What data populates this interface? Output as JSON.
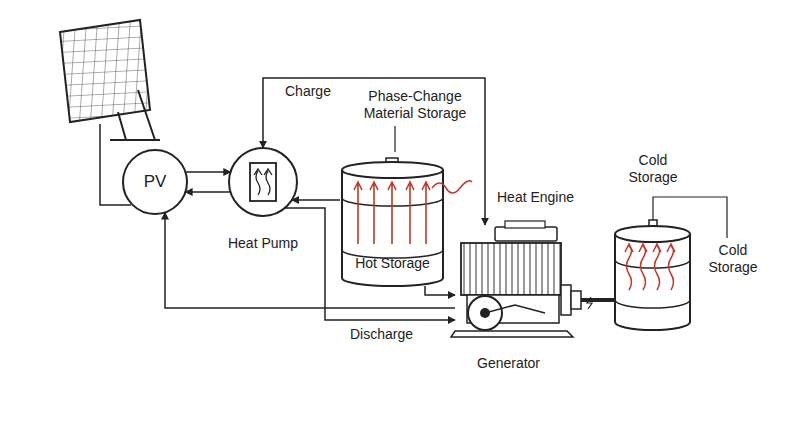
{
  "diagram": {
    "nodes": [
      {
        "text": [
          "PV"
        ]
      },
      {
        "text": [
          "Heat Pump"
        ]
      },
      {
        "text": [
          "Hot Storage"
        ]
      },
      {
        "text": [
          "Heat Engine",
          "Generator"
        ]
      },
      {
        "text": [
          "Cold Storage",
          "Cold Storage"
        ]
      }
    ],
    "edges": [
      {
        "from": 0,
        "to": 1,
        "arrow": "to"
      },
      {
        "from": 1,
        "to": 0,
        "arrow": "to"
      },
      {
        "from": 1,
        "to": 3,
        "arrow": "both",
        "label": "Charge"
      },
      {
        "from": 2,
        "to": 1,
        "arrow": "to"
      },
      {
        "from": 1,
        "to": 3,
        "arrow": "to",
        "label": "Discharge"
      },
      {
        "from": 2,
        "to": 3,
        "arrow": "to"
      },
      {
        "from": 3,
        "to": 0,
        "arrow": "to"
      },
      {
        "from": 3,
        "to": 4,
        "arrow": "none"
      }
    ],
    "labels": [
      "Phase-Change Material Storage"
    ]
  }
}
